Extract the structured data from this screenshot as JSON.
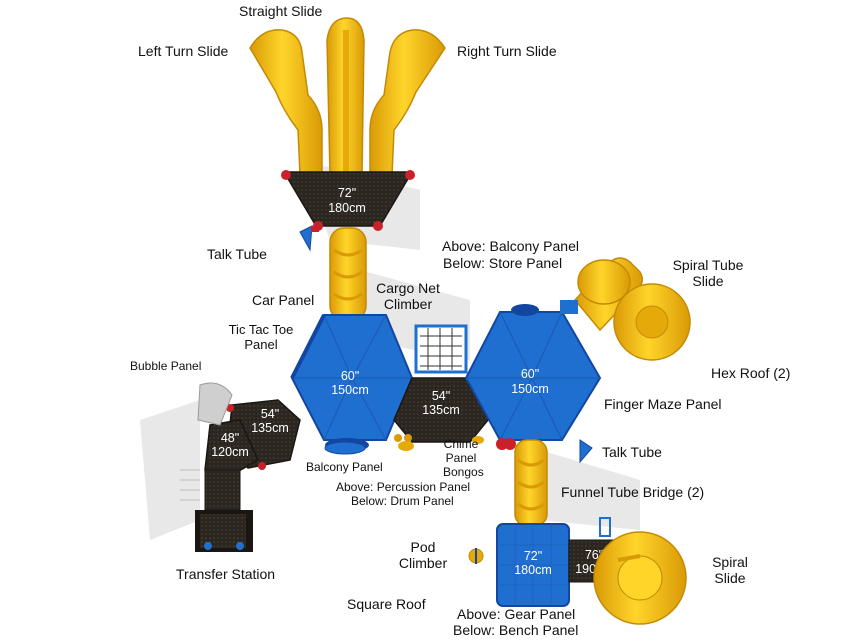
{
  "labels": {
    "straight_slide": "Straight Slide",
    "left_turn_slide": "Left Turn Slide",
    "right_turn_slide": "Right Turn Slide",
    "talk_tube_top": "Talk Tube",
    "above_balcony": "Above: Balcony Panel",
    "below_store": "Below: Store Panel",
    "spiral_tube_slide_1": "Spiral Tube",
    "spiral_tube_slide_2": "Slide",
    "car_panel": "Car Panel",
    "cargo_net_1": "Cargo Net",
    "cargo_net_2": "Climber",
    "tic_tac_toe_1": "Tic Tac Toe",
    "tic_tac_toe_2": "Panel",
    "bubble_panel": "Bubble Panel",
    "hex_roof": "Hex Roof (2)",
    "finger_maze": "Finger Maze Panel",
    "chime_panel_1": "Chime",
    "chime_panel_2": "Panel",
    "bongos": "Bongos",
    "talk_tube_right": "Talk Tube",
    "balcony_panel": "Balcony Panel",
    "above_percussion": "Above: Percussion Panel",
    "below_drum": "Below: Drum Panel",
    "funnel_tube_bridge": "Funnel Tube Bridge (2)",
    "pod_climber_1": "Pod",
    "pod_climber_2": "Climber",
    "spiral_slide_1": "Spiral",
    "spiral_slide_2": "Slide",
    "transfer_station": "Transfer Station",
    "square_roof": "Square Roof",
    "above_gear": "Above: Gear Panel",
    "below_bench": "Below: Bench Panel"
  },
  "dimensions": {
    "top_deck": [
      "72\"",
      "180cm"
    ],
    "left_hex": [
      "60\"",
      "150cm"
    ],
    "center_deck": [
      "54\"",
      "135cm"
    ],
    "right_hex": [
      "60\"",
      "150cm"
    ],
    "left_deck": [
      "54\"",
      "135cm"
    ],
    "stair_deck": [
      "48\"",
      "120cm"
    ],
    "square_deck": [
      "72\"",
      "180cm"
    ],
    "slide_deck": [
      "76\"",
      "190cm"
    ]
  },
  "colors": {
    "yellow": "#f5c211",
    "yellow_dark": "#d99a06",
    "blue": "#1f6fd1",
    "blue_dark": "#1246a0",
    "deck": "#2b2620",
    "red": "#c9202a"
  }
}
